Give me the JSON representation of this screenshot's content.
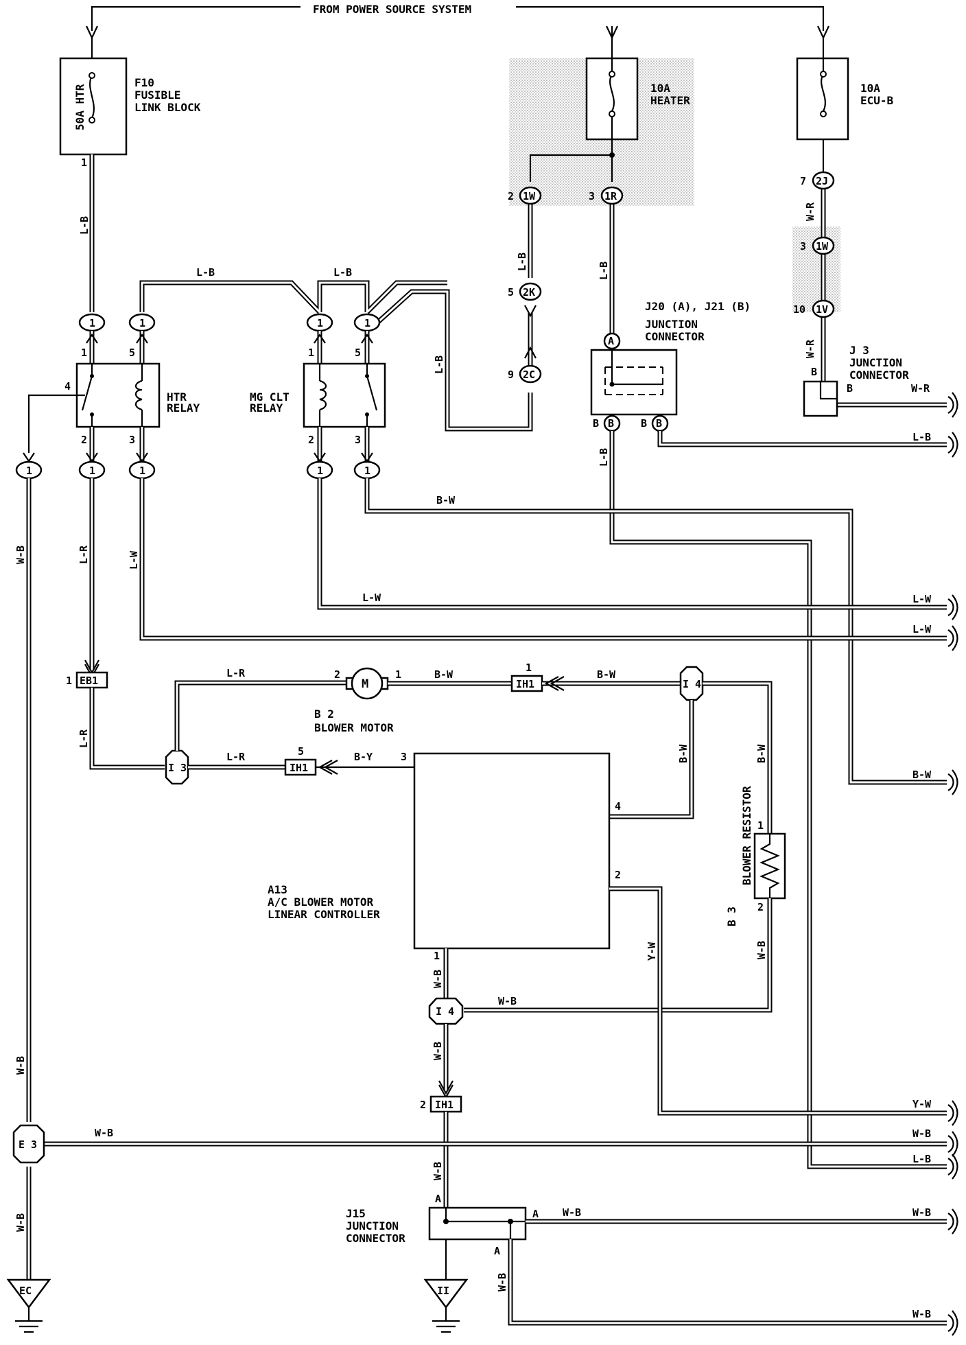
{
  "power_source": "FROM POWER SOURCE SYSTEM",
  "fuses": {
    "f10_rating": "50A HTR",
    "f10_id": "F10",
    "f10_name_1": "FUSIBLE",
    "f10_name_2": "LINK BLOCK",
    "heater_rating": "10A",
    "heater_name": "HEATER",
    "ecub_rating": "10A",
    "ecub_name": "ECU-B"
  },
  "relays": {
    "htr_1": "HTR",
    "htr_2": "RELAY",
    "mg_1": "MG CLT",
    "mg_2": "RELAY"
  },
  "junctions": {
    "j20_j21": "J20 (A), J21 (B)",
    "j20_a": "A",
    "j21_b": "B",
    "junction_connector_1": "JUNCTION",
    "junction_connector_2": "CONNECTOR",
    "j3_id": "J 3",
    "j15_id": "J15"
  },
  "components": {
    "b2_id": "B 2",
    "b2_name": "BLOWER MOTOR",
    "motor_symbol": "M",
    "b3_id": "B 3",
    "b3_name": "BLOWER RESISTOR",
    "a13_id": "A13",
    "a13_name_1": "A/C BLOWER MOTOR",
    "a13_name_2": "LINEAR CONTROLLER"
  },
  "connectors": {
    "c_1": "1",
    "c_1w": "1W",
    "c_1r": "1R",
    "c_2k": "2K",
    "c_2c": "2C",
    "c_2j": "2J",
    "c_1v": "1V",
    "c_eb1": "EB1",
    "c_ih1": "IH1",
    "c_i3": "I 3",
    "c_i4": "I 4",
    "c_e3": "E 3",
    "gnd_ec": "EC",
    "gnd_ii": "II"
  },
  "wire_colors": {
    "lb": "L-B",
    "lr": "L-R",
    "lw": "L-W",
    "bw": "B-W",
    "by": "B-Y",
    "wb": "W-B",
    "wr": "W-R",
    "yw": "Y-W",
    "b": "B"
  },
  "pins": {
    "p1": "1",
    "p2": "2",
    "p3": "3",
    "p4": "4",
    "p5": "5",
    "p7": "7",
    "p9": "9",
    "p10": "10",
    "pa": "A",
    "pb": "B"
  },
  "colors": {
    "wire": "#000000",
    "shade": "#d9d9d9",
    "background": "#ffffff"
  }
}
